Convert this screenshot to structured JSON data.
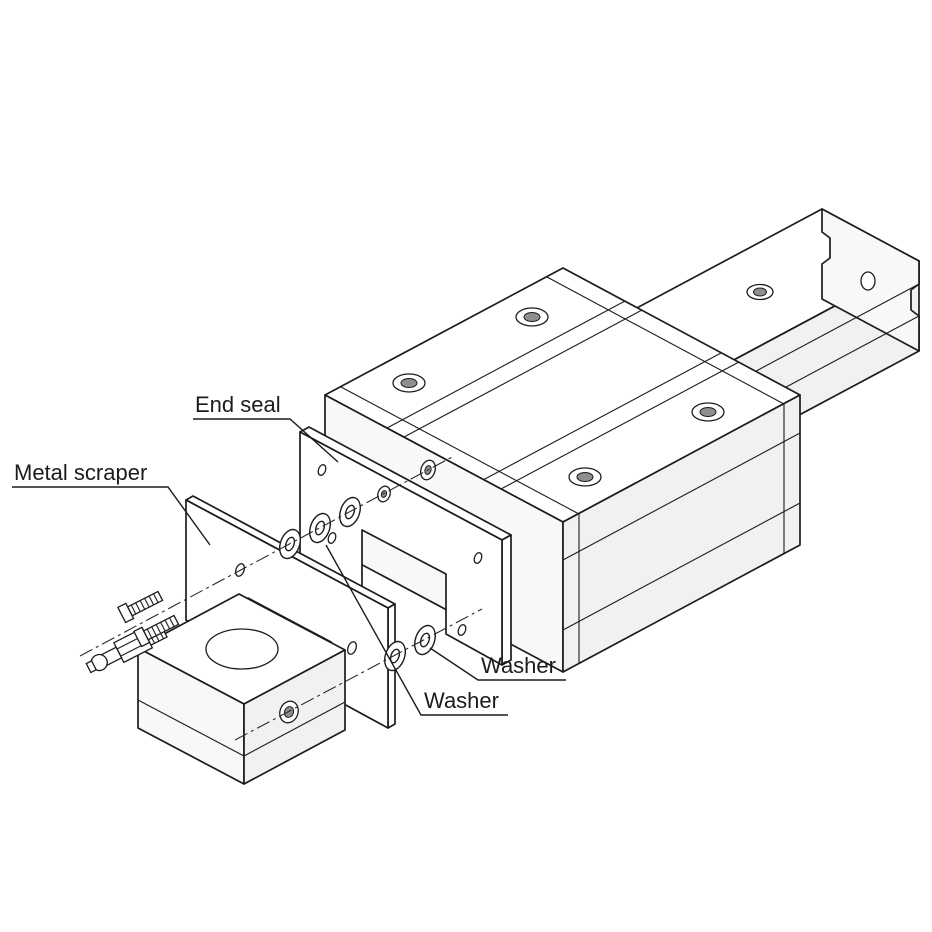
{
  "diagram": {
    "background": "#ffffff",
    "line_color": "#1c1c1c",
    "shade_color": "#f1f1f1",
    "hole_shade_color": "#8f8f8f",
    "labels": {
      "end_seal": "End seal",
      "metal_scraper": "Metal scraper",
      "washer_upper": "Washer",
      "washer_lower": "Washer"
    }
  }
}
